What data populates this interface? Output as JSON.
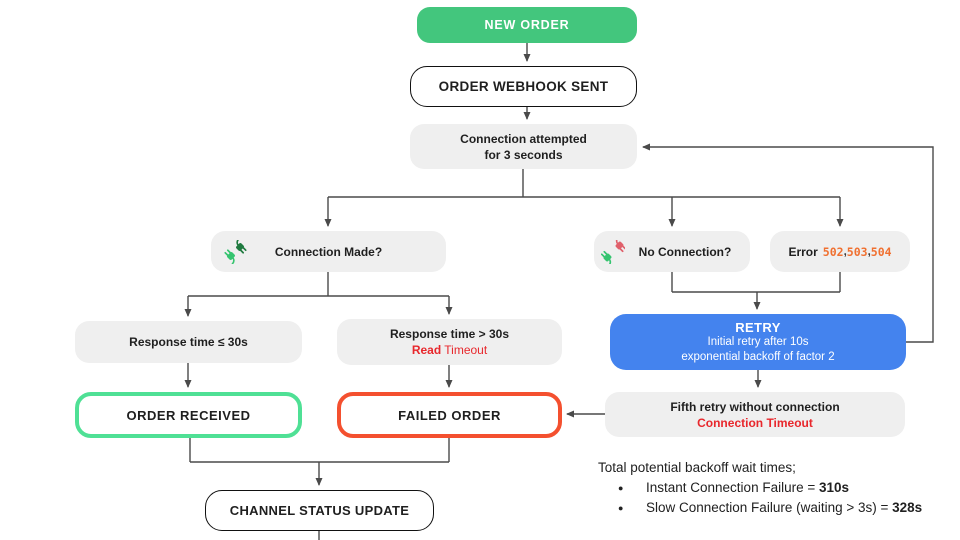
{
  "diagram": {
    "nodes": {
      "new_order": {
        "label": "NEW ORDER"
      },
      "webhook_sent": {
        "label": "ORDER WEBHOOK SENT"
      },
      "connection_attempted": {
        "line1": "Connection attempted",
        "line2": "for 3 seconds"
      },
      "connection_made": {
        "label": "Connection Made?",
        "icon": "plug-connected-icon"
      },
      "no_connection": {
        "label": "No Connection?",
        "icon": "plug-disconnected-icon"
      },
      "error": {
        "prefix": "Error",
        "codes": [
          "502",
          "503",
          "504"
        ],
        "comma": ","
      },
      "response_ok": {
        "label": "Response time ≤ 30s"
      },
      "response_slow": {
        "line1": "Response time > 30s",
        "timeout_bold": "Read",
        "timeout_rest": " Timeout"
      },
      "retry": {
        "title": "RETRY",
        "line1": "Initial retry after 10s",
        "line2": "exponential backoff of factor 2"
      },
      "order_received": {
        "label": "ORDER RECEIVED"
      },
      "failed_order": {
        "label": "FAILED ORDER"
      },
      "fifth_retry": {
        "line1": "Fifth retry without connection",
        "line2": "Connection Timeout"
      },
      "channel_status": {
        "label": "CHANNEL STATUS UPDATE"
      }
    },
    "notes": {
      "title": "Total potential backoff wait times;",
      "bullet_glyph": "●",
      "items": [
        {
          "text": "Instant Connection Failure = ",
          "value": "310s"
        },
        {
          "text": "Slow Connection Failure (waiting > 3s) = ",
          "value": "328s"
        }
      ]
    },
    "colors": {
      "green": "#43c67d",
      "green_border": "#4fe095",
      "red_border": "#f4502f",
      "blue": "#4483ee",
      "gray_box": "#efefef",
      "red_text": "#e8272c",
      "orange_code": "#f07030",
      "line": "#4a4a4a"
    }
  }
}
